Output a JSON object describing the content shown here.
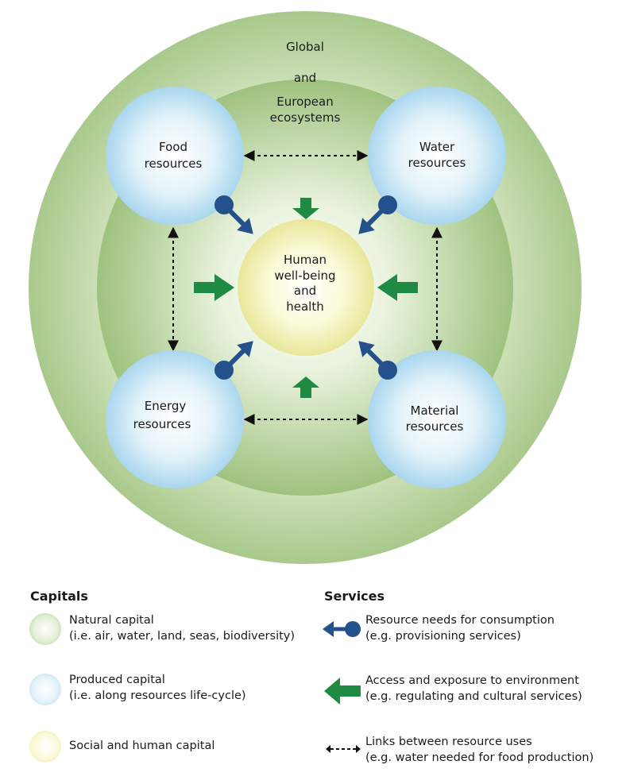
{
  "diagram": {
    "outer_ring": {
      "line1": "Global",
      "line2": "and"
    },
    "inner_ring": {
      "line1": "European",
      "line2": "ecosystems"
    },
    "center": {
      "line1": "Human",
      "line2": "well-being",
      "line3": "and",
      "line4": "health"
    },
    "nodes": {
      "food": {
        "line1": "Food",
        "line2": "resources"
      },
      "water": {
        "line1": "Water",
        "line2": "resources"
      },
      "energy": {
        "line1": "Energy",
        "line2": "resources"
      },
      "material": {
        "line1": "Material",
        "line2": "resources"
      }
    },
    "colors": {
      "natural_capital": "#a9c98c",
      "produced_capital": "#c3e3f3",
      "social_capital": "#f4f3b6",
      "consumption_arrow": "#24508c",
      "environment_arrow": "#1e8a43",
      "link_arrow": "#111111"
    }
  },
  "legend": {
    "capitals": {
      "title": "Capitals",
      "natural": {
        "line1": "Natural capital",
        "line2": "(i.e. air, water, land, seas, biodiversity)"
      },
      "produced": {
        "line1": "Produced capital",
        "line2": "(i.e. along resources life-cycle)"
      },
      "social": {
        "line1": "Social and human capital"
      }
    },
    "services": {
      "title": "Services",
      "consumption": {
        "line1": "Resource needs for consumption",
        "line2": "(e.g. provisioning services)"
      },
      "environment": {
        "line1": "Access and exposure to environment",
        "line2": "(e.g. regulating and cultural services)"
      },
      "links": {
        "line1": "Links between resource uses",
        "line2": "(e.g. water needed for food production)"
      }
    }
  }
}
